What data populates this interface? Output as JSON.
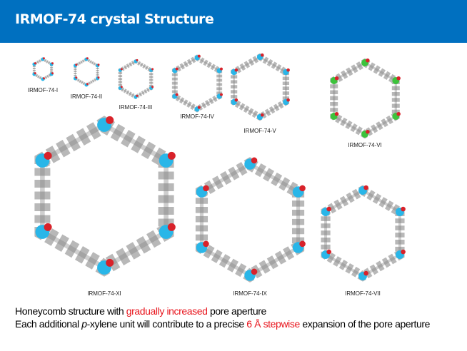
{
  "slide": {
    "title": "IRMOF-74 crystal Structure",
    "structures": [
      {
        "label": "IRMOF-74-I",
        "metal": "cyan"
      },
      {
        "label": "IRMOF-74-II",
        "metal": "cyan"
      },
      {
        "label": "IRMOF-74-III",
        "metal": "cyan"
      },
      {
        "label": "IRMOF-74-IV",
        "metal": "cyan"
      },
      {
        "label": "IRMOF-74-V",
        "metal": "cyan"
      },
      {
        "label": "IRMOF-74-VI",
        "metal": "green"
      },
      {
        "label": "IRMOF-74-XI",
        "metal": "cyan"
      },
      {
        "label": "IRMOF-74-IX",
        "metal": "cyan"
      },
      {
        "label": "IRMOF-74-VII",
        "metal": "cyan"
      }
    ],
    "body": {
      "line1_a": "Honeycomb structure with ",
      "line1_red": "gradually  increased",
      "line1_b": " pore aperture",
      "line2_a": "Each additional ",
      "line2_italic": "p",
      "line2_b": "-xylene unit will contribute to a precise ",
      "line2_red": "6 Å stepwise",
      "line2_c": " expansion  of the pore aperture"
    },
    "colors": {
      "header": "#0070C0",
      "highlight": "#e8141c",
      "metal_cyan": "#29b6e8",
      "metal_green": "#3cc33c",
      "oxygen": "#d8222a",
      "carbon": "#b8b8b8"
    }
  }
}
